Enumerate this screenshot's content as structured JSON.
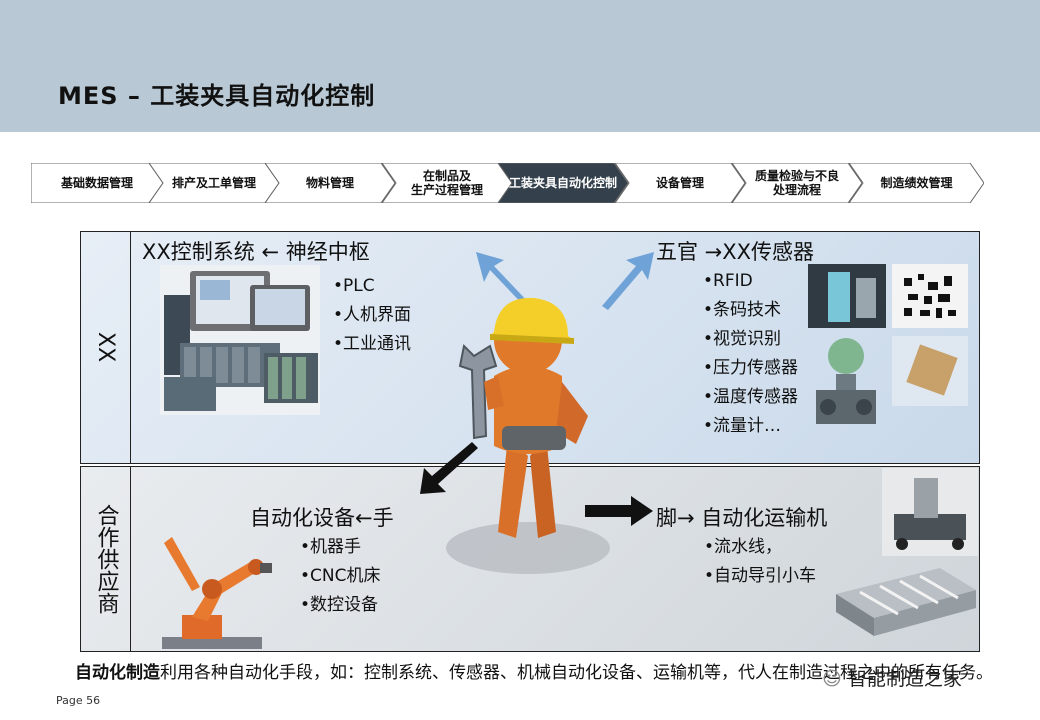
{
  "title": "MES  – 工装夹具自动化控制",
  "steps": [
    {
      "label": "基础数据管理",
      "active": false
    },
    {
      "label": "排产及工单管理",
      "active": false
    },
    {
      "label": "物料管理",
      "active": false
    },
    {
      "label": "在制品及\n生产过程管理",
      "active": false
    },
    {
      "label": "工装夹具自动化控制",
      "active": true
    },
    {
      "label": "设备管理",
      "active": false
    },
    {
      "label": "质量检验与不良\n处理流程",
      "active": false
    },
    {
      "label": "制造绩效管理",
      "active": false
    }
  ],
  "top_panel": {
    "side_label": "XX",
    "left_heading": "XX控制系统 ← 神经中枢",
    "left_bullets": [
      "PLC",
      "人机界面",
      "工业通讯"
    ],
    "right_heading": "五官 →XX传感器",
    "right_bullets": [
      "RFID",
      "条码技术",
      "视觉识别",
      "压力传感器",
      "温度传感器",
      "流量计…"
    ]
  },
  "bottom_panel": {
    "side_label": "合作供应商",
    "left_heading": "自动化设备←手",
    "left_bullets": [
      "机器手",
      "CNC机床",
      "数控设备"
    ],
    "right_heading": "脚→ 自动化运输机",
    "right_bullets": [
      "流水线，",
      "自动导引小车"
    ]
  },
  "footer": {
    "bold": "自动化制造",
    "text": "利用各种自动化手段，如：控制系统、传感器、机械自动化设备、运输机等，代人在制造过程之中的所有任务。"
  },
  "page_label": "Page 56",
  "watermark": "智能制造之家",
  "colors": {
    "header_bg": "#b8c8d4",
    "active_step": "#34414d",
    "arrow_blue": "#6fa3d8",
    "figure_orange": "#e07a2a",
    "helmet_yellow": "#f4cf2a"
  }
}
